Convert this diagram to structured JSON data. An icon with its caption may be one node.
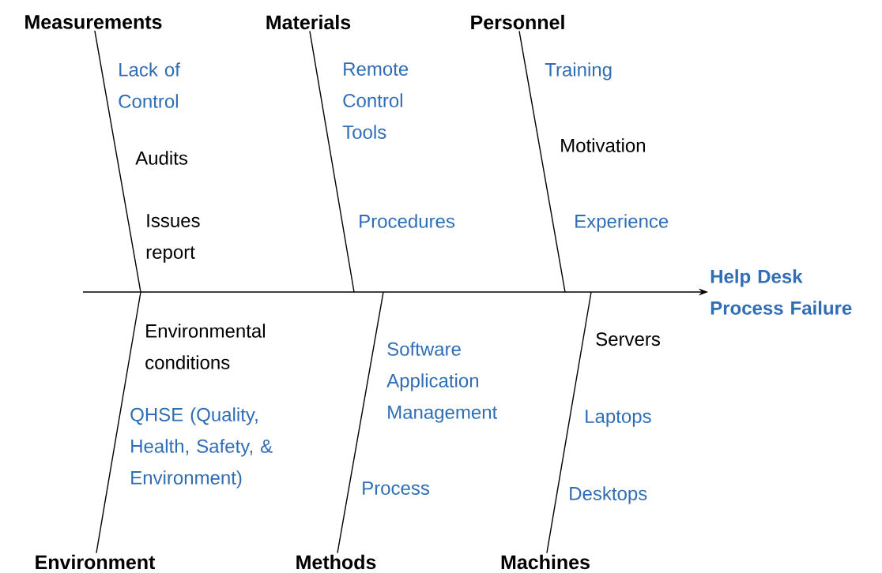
{
  "diagram": {
    "nodes": [
      {
        "text": [
          "Measurements"
        ],
        "beside": [
          "Lack of Control",
          "Audits",
          "Issues report"
        ]
      },
      {
        "text": [
          "Materials"
        ],
        "beside": [
          "Remote Control Tools",
          "Procedures"
        ]
      },
      {
        "text": [
          "Personnel"
        ],
        "beside": [
          "Training",
          "Motivation",
          "Experience"
        ]
      },
      {
        "text": [
          "Environment"
        ],
        "beside": [
          "Environmental conditions",
          "QHSE (Quality, Health, Safety, & Environment)"
        ]
      },
      {
        "text": [
          "Methods"
        ],
        "beside": [
          "Software Application Management",
          "Process"
        ]
      },
      {
        "text": [
          "Machines"
        ],
        "beside": [
          "Servers",
          "Laptops",
          "Desktops"
        ]
      },
      {
        "text": [
          "Help Desk Process Failure"
        ]
      }
    ],
    "edges": [
      {
        "from": null,
        "to": 6,
        "arrow": "to"
      },
      {
        "from": 0,
        "to": null,
        "arrow": "none"
      },
      {
        "from": 1,
        "to": null,
        "arrow": "none"
      },
      {
        "from": 2,
        "to": null,
        "arrow": "none"
      },
      {
        "from": 3,
        "to": null,
        "arrow": "none"
      },
      {
        "from": 4,
        "to": null,
        "arrow": "none"
      },
      {
        "from": 5,
        "to": null,
        "arrow": "none"
      }
    ]
  }
}
